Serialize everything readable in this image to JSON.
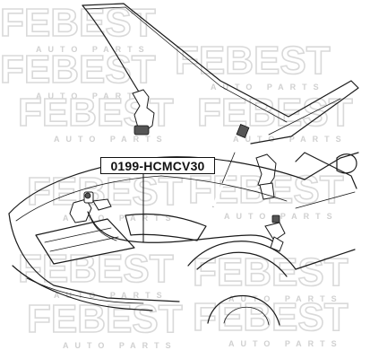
{
  "part_label": "0199-HCMCV30",
  "watermark": {
    "brand": "FEBEST",
    "sub": "AUTO PARTS"
  }
}
